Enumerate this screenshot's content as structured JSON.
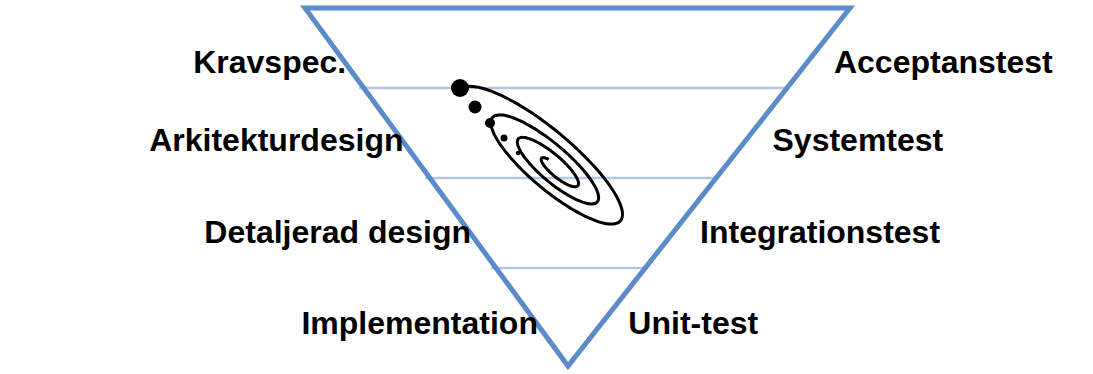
{
  "diagram": {
    "labels": [
      "Kravspec.",
      "Acceptanstest",
      "Arkitekturdesign",
      "Systemtest",
      "Detaljerad design",
      "Integrationstest",
      "Implementation",
      "Unit-test"
    ]
  }
}
